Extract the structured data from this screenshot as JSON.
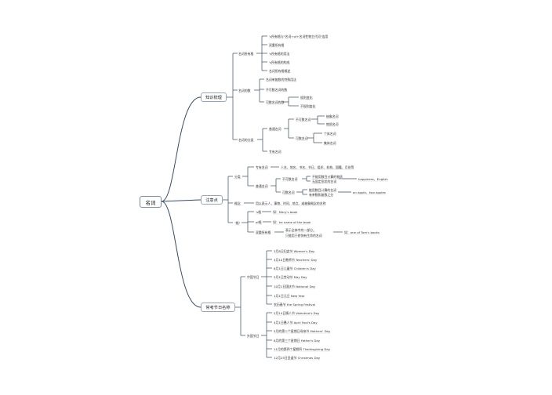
{
  "root": "名词",
  "branches": [
    {
      "label": "知识梳理"
    },
    {
      "label": "注意点"
    },
    {
      "label": "常考节日名称"
    }
  ],
  "nodes": [
    "名词所有格",
    "'s所有格与\"名词+of+名词性物主代词\"连用",
    "双重所有格",
    "'s所有格的用法",
    "'s所有格的构成",
    "名词所有格概述",
    "名词的数",
    "名词单复数的特殊用法",
    "不可数名词的数",
    "可数名词的数",
    "规则变化",
    "不规则变化",
    "名词的分类",
    "普通名词",
    "不可数名词",
    "抽象名词",
    "物质名词",
    "可数名词",
    "个体名词",
    "集体名词",
    "专有名词",
    "分类",
    "专有名词",
    "人名、地名、书名、节日、组织、机构、国籍、月份等",
    "普通名词",
    "不可数名词",
    "不能用数目计算的物质",
    "无固定形状的名词",
    "happiness、English",
    "可数名词",
    "能用数目计算的名词",
    "有单数和复数之分",
    "an apple、two apples",
    "概念",
    "用以表示人、事物、时间、地点、或抽象概念的名称",
    "\"格\"",
    "'s格",
    "如：Mary's book",
    "of格",
    "如：he name of the book",
    "双重所有格",
    "表示全体中的一部分，",
    "如：one of Tom's books",
    "只能用于修饰有生命的名词",
    "中国节日",
    "3月8日妇女节 Women's Day",
    "4月10日教师节 Teachers' Day",
    "6月1日儿童节 Children's Day",
    "5月1日劳动节 May Day",
    "10月1日国庆节 National Day",
    "1月1日元旦 New Year",
    "农历春节 the Spring Festival",
    "外国节日",
    "2月14日情人节 Valentine's Day",
    "4月1日愚人节 April Fool's Day",
    "5月的第二个星期日母亲节 Mothers' Day",
    "6月的第三个星期日 Father's Day",
    "11月的第四个星期四 Thanksgiving Day",
    "12月25日圣诞节 Christmas Day"
  ],
  "colors": {
    "line": "#3b4a5c",
    "box_border": "#8a98a8",
    "text": "#333333"
  }
}
